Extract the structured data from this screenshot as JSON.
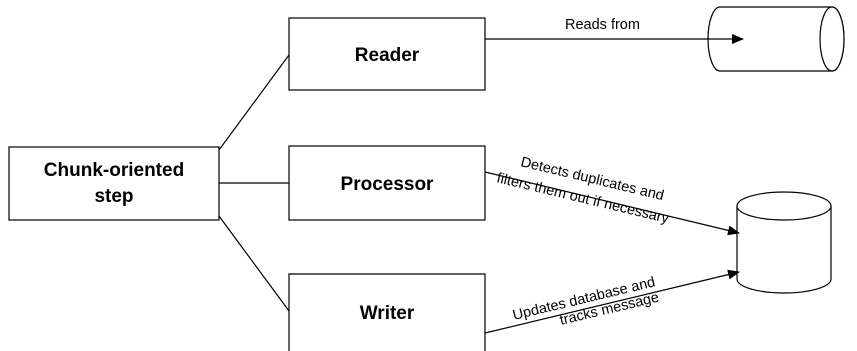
{
  "nodes": {
    "step": {
      "label_line1": "Chunk-oriented",
      "label_line2": "step"
    },
    "reader": {
      "label": "Reader"
    },
    "processor": {
      "label": "Processor"
    },
    "writer": {
      "label": "Writer"
    }
  },
  "edges": {
    "reader_to_source": {
      "label": "Reads from"
    },
    "processor_to_db": {
      "label_line1": "Detects duplicates and",
      "label_line2": "filters them out if necessary"
    },
    "writer_to_db": {
      "label_line1": "Updates database and",
      "label_line2": "tracks message"
    }
  },
  "colors": {
    "stroke": "#000000",
    "fill": "#ffffff"
  }
}
